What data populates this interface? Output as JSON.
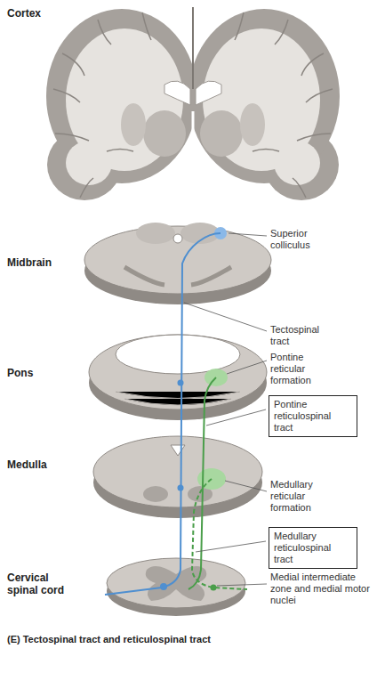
{
  "diagram": {
    "caption": "(E) Tectospinal tract and reticulospinal tract",
    "nodes": [
      {
        "text": [
          "Pontine reticulospinal tract"
        ]
      },
      {
        "text": [
          "Medullary reticulospinal tract"
        ]
      }
    ],
    "labels": [
      "Cortex",
      "Midbrain",
      "Superior colliculus",
      "Tectospinal tract",
      "Pons",
      "Pontine reticular formation",
      "Medulla",
      "Medullary reticular formation",
      "Cervical spinal cord",
      "Medial intermediate zone and medial motor nuclei"
    ]
  }
}
